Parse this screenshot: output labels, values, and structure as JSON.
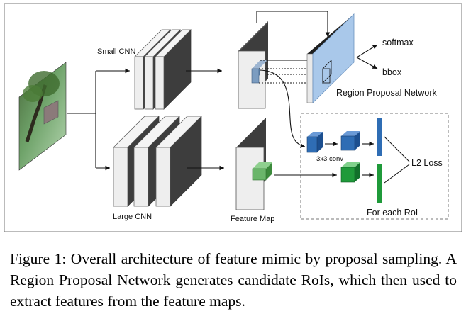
{
  "figure": {
    "labels": {
      "small_cnn": "Small CNN",
      "large_cnn": "Large CNN",
      "feature_map": "Feature Map",
      "softmax": "softmax",
      "bbox": "bbox",
      "rpn": "Region Proposal Network",
      "conv": "3x3 conv",
      "l2_loss": "L2 Loss",
      "for_each_roi": "For each RoI"
    },
    "colors": {
      "rpn_fill": "#a9c8ea",
      "roi_blue": "#2f6db4",
      "roi_green": "#1f9a3a",
      "feature_bar_blue": "#2f6db4",
      "feature_bar_green": "#1f9a3a",
      "layer_fill": "#eeeeee",
      "layer_side": "#3d3d3d"
    }
  },
  "caption": {
    "label": "Figure 1:",
    "text": "Overall architecture of feature mimic by proposal sampling. A Region Proposal Network generates candidate RoIs, which then used to extract features from the feature maps."
  }
}
